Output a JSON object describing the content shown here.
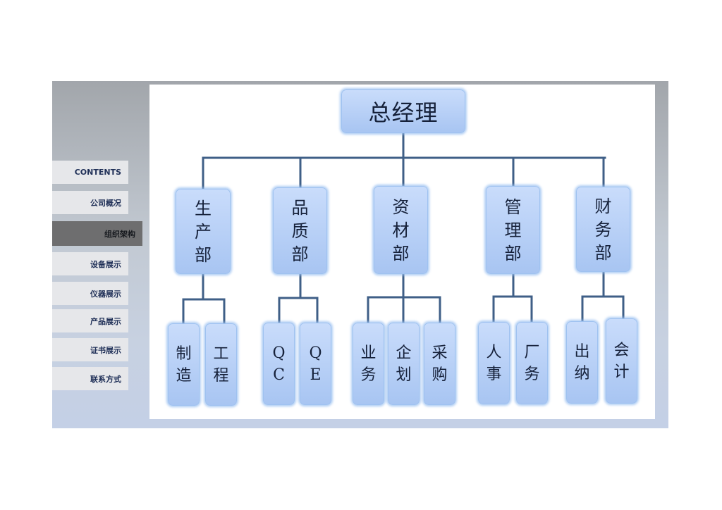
{
  "nav": {
    "items": [
      {
        "label": "CONTENTS"
      },
      {
        "label": "公司概况"
      },
      {
        "label": "组织架构",
        "active": true
      },
      {
        "label": "设备展示"
      },
      {
        "label": "仪器展示"
      },
      {
        "label": "产品展示"
      },
      {
        "label": "证书展示"
      },
      {
        "label": "联系方式"
      }
    ]
  },
  "org": {
    "top": "总经理",
    "departments": [
      {
        "name": "生\n产\n部",
        "subs": [
          "制\n造",
          "工\n程"
        ]
      },
      {
        "name": "品\n质\n部",
        "subs": [
          "Q\nC",
          "Q\nE"
        ]
      },
      {
        "name": "资\n材\n部",
        "subs": [
          "业\n务",
          "企\n划",
          "采\n购"
        ]
      },
      {
        "name": "管\n理\n部",
        "subs": [
          "人\n事",
          "厂\n务"
        ]
      },
      {
        "name": "财\n务\n部",
        "subs": [
          "出\n纳",
          "会\n计"
        ]
      }
    ]
  },
  "colors": {
    "line": "#3f5f87",
    "box_fill": "#b9d2f8",
    "box_border": "#9fc2f0",
    "nav_active": "#6e6e6f"
  }
}
